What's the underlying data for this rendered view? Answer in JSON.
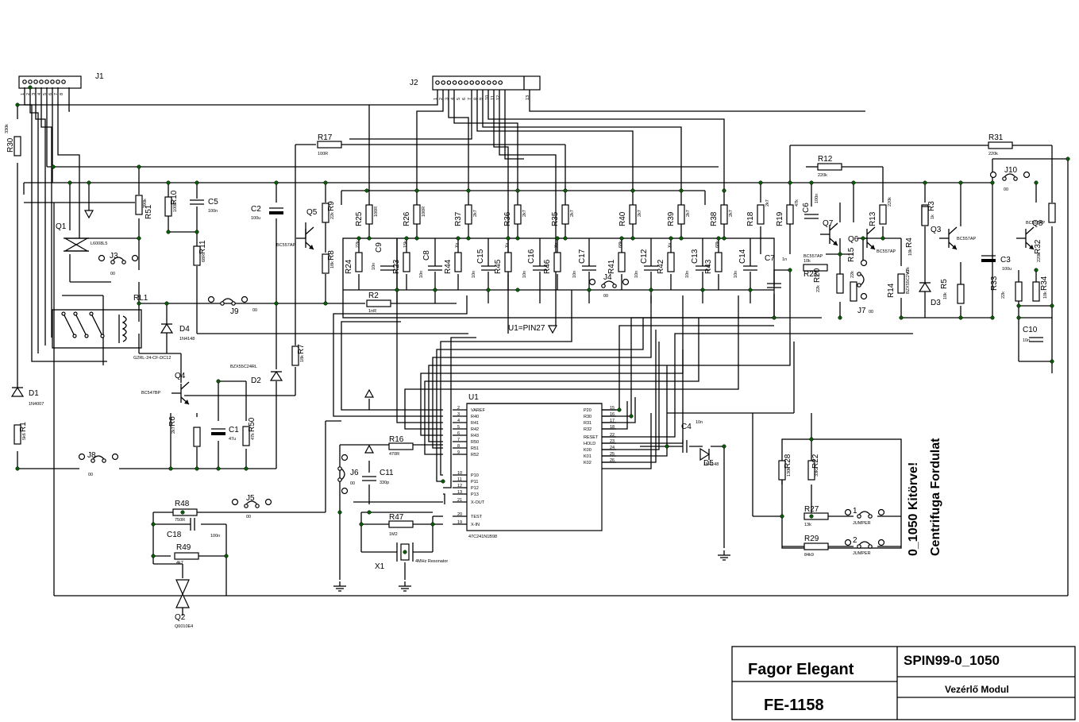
{
  "connectors": {
    "j1": {
      "ref": "J1",
      "pins": [
        "1",
        "2",
        "3",
        "4",
        "5",
        "6",
        "7",
        "8"
      ]
    },
    "j2": {
      "ref": "J2",
      "pins": [
        "1",
        "2",
        "3",
        "4",
        "5",
        "6",
        "7",
        "8",
        "9",
        "10",
        "11",
        "12",
        "13"
      ]
    }
  },
  "ic": {
    "ref": "U1",
    "part": "47C241N1B98",
    "left_pins": [
      {
        "n": "2",
        "name": "VAREF"
      },
      {
        "n": "3",
        "name": "R40"
      },
      {
        "n": "4",
        "name": "R41"
      },
      {
        "n": "5",
        "name": "R42"
      },
      {
        "n": "6",
        "name": "R43"
      },
      {
        "n": "7",
        "name": "R50"
      },
      {
        "n": "8",
        "name": "R51"
      },
      {
        "n": "9",
        "name": "R52"
      },
      {
        "n": "10",
        "name": "P10"
      },
      {
        "n": "11",
        "name": "P11"
      },
      {
        "n": "12",
        "name": "P12"
      },
      {
        "n": "13",
        "name": "P13"
      },
      {
        "n": "21",
        "name": "X-OUT"
      },
      {
        "n": "20",
        "name": "TEST"
      },
      {
        "n": "19",
        "name": "X-IN"
      }
    ],
    "right_pins": [
      {
        "n": "15",
        "name": "P20"
      },
      {
        "n": "16",
        "name": "R30"
      },
      {
        "n": "17",
        "name": "R31"
      },
      {
        "n": "18",
        "name": "R32"
      },
      {
        "n": "22",
        "name": "RESET"
      },
      {
        "n": "23",
        "name": "HOLD"
      },
      {
        "n": "24",
        "name": "K00"
      },
      {
        "n": "25",
        "name": "K01"
      },
      {
        "n": "26",
        "name": "K02"
      }
    ],
    "note": "U1=PIN27"
  },
  "resistors": [
    {
      "ref": "R30",
      "val": "330k"
    },
    {
      "ref": "R51",
      "val": "390k"
    },
    {
      "ref": "R10",
      "val": "100R"
    },
    {
      "ref": "R11",
      "val": "68R"
    },
    {
      "ref": "R17",
      "val": "100R"
    },
    {
      "ref": "R9",
      "val": "22k"
    },
    {
      "ref": "R8",
      "val": "18k"
    },
    {
      "ref": "R2",
      "val": "1nR"
    },
    {
      "ref": "R7",
      "val": "18k"
    },
    {
      "ref": "R1",
      "val": "5k6"
    },
    {
      "ref": "R6",
      "val": "2k7"
    },
    {
      "ref": "R50",
      "val": "47k"
    },
    {
      "ref": "R16",
      "val": "470R"
    },
    {
      "ref": "R48",
      "val": "750R"
    },
    {
      "ref": "R49",
      "val": "4k7"
    },
    {
      "ref": "R47",
      "val": "1M2"
    },
    {
      "ref": "R25",
      "val": "100R"
    },
    {
      "ref": "R24",
      "val": "22k"
    },
    {
      "ref": "R26",
      "val": "100R"
    },
    {
      "ref": "R23",
      "val": "15k"
    },
    {
      "ref": "R37",
      "val": "2k7"
    },
    {
      "ref": "R44",
      "val": "Xx"
    },
    {
      "ref": "R36",
      "val": "2k7"
    },
    {
      "ref": "R45",
      "val": "Xx"
    },
    {
      "ref": "R35",
      "val": "2k7"
    },
    {
      "ref": "R46",
      "val": "Xx"
    },
    {
      "ref": "R40",
      "val": "2k7"
    },
    {
      "ref": "R41",
      "val": "68k"
    },
    {
      "ref": "R39",
      "val": "2k7"
    },
    {
      "ref": "R42",
      "val": "Xx"
    },
    {
      "ref": "R38",
      "val": "2k7"
    },
    {
      "ref": "R43",
      "val": "68k"
    },
    {
      "ref": "R18",
      "val": "2k7"
    },
    {
      "ref": "R19",
      "val": "47k"
    },
    {
      "ref": "R21",
      "val": "10k"
    },
    {
      "ref": "R20",
      "val": "22k"
    },
    {
      "ref": "R12",
      "val": "220k"
    },
    {
      "ref": "R13",
      "val": "220k"
    },
    {
      "ref": "R15",
      "val": "22k"
    },
    {
      "ref": "R14",
      "val": "47k"
    },
    {
      "ref": "R3",
      "val": "1k"
    },
    {
      "ref": "R4",
      "val": "10k"
    },
    {
      "ref": "R5",
      "val": "10k"
    },
    {
      "ref": "R31",
      "val": "220k"
    },
    {
      "ref": "R32",
      "val": "220k"
    },
    {
      "ref": "R33",
      "val": "22k"
    },
    {
      "ref": "R34",
      "val": "10k"
    },
    {
      "ref": "R28",
      "val": "130k"
    },
    {
      "ref": "R22",
      "val": "33k2"
    },
    {
      "ref": "R27",
      "val": "13k"
    },
    {
      "ref": "R29",
      "val": "84k9"
    }
  ],
  "capacitors": [
    {
      "ref": "C5",
      "val": "100n"
    },
    {
      "ref": "C2",
      "val": "100u"
    },
    {
      "ref": "C1",
      "val": "47u"
    },
    {
      "ref": "C11",
      "val": "330p"
    },
    {
      "ref": "C18",
      "val": "100n"
    },
    {
      "ref": "C9",
      "val": "10n"
    },
    {
      "ref": "C8",
      "val": "10n"
    },
    {
      "ref": "C15",
      "val": "10n"
    },
    {
      "ref": "C16",
      "val": "10n"
    },
    {
      "ref": "C17",
      "val": "10n"
    },
    {
      "ref": "C12",
      "val": "10n"
    },
    {
      "ref": "C13",
      "val": "10n"
    },
    {
      "ref": "C14",
      "val": "10n"
    },
    {
      "ref": "C6",
      "val": "100n"
    },
    {
      "ref": "C7",
      "val": "1n"
    },
    {
      "ref": "C3",
      "val": "100u"
    },
    {
      "ref": "C10",
      "val": "10n"
    },
    {
      "ref": "C4",
      "val": "10n"
    }
  ],
  "semis": [
    {
      "ref": "Q1",
      "part": "L6008L5"
    },
    {
      "ref": "Q2",
      "part": "Q6010E4"
    },
    {
      "ref": "Q4",
      "part": "BC547BP"
    },
    {
      "ref": "Q5",
      "part": "BC557AP"
    },
    {
      "ref": "Q7",
      "part": "BC557AP"
    },
    {
      "ref": "Q6",
      "part": "BC557AP"
    },
    {
      "ref": "Q3",
      "part": "BC557AP"
    },
    {
      "ref": "Q8",
      "part": "BC557AP"
    },
    {
      "ref": "D1",
      "part": "1N4007"
    },
    {
      "ref": "D2",
      "part": "BZX55C24RL"
    },
    {
      "ref": "D3",
      "part": "BZX55C2V3"
    },
    {
      "ref": "D4",
      "part": "1N4148"
    },
    {
      "ref": "D5",
      "part": "1N4148"
    }
  ],
  "relay": {
    "ref": "RL1",
    "part": "G2RL-24-CF-DC12"
  },
  "crystal": {
    "ref": "X1",
    "part": "4MHz Resonator"
  },
  "jumpers": [
    {
      "ref": "J3",
      "val": "00"
    },
    {
      "ref": "J9",
      "val": "00"
    },
    {
      "ref": "J8",
      "val": "00"
    },
    {
      "ref": "J5",
      "val": "00"
    },
    {
      "ref": "J6",
      "val": "00"
    },
    {
      "ref": "J4",
      "val": "00"
    },
    {
      "ref": "J7",
      "val": "00"
    },
    {
      "ref": "J10",
      "val": "00"
    },
    {
      "ref": "1",
      "val": "JUMPER"
    },
    {
      "ref": "2",
      "val": "JUMPER"
    }
  ],
  "notes": {
    "line1": "0_1050 Kitörve!",
    "line2": "Centrifuga Fordulat"
  },
  "title_block": {
    "company": "Fagor Elegant",
    "code": "FE-1158",
    "project": "SPIN99-0_1050",
    "desc": "Vezérlő Modul"
  }
}
